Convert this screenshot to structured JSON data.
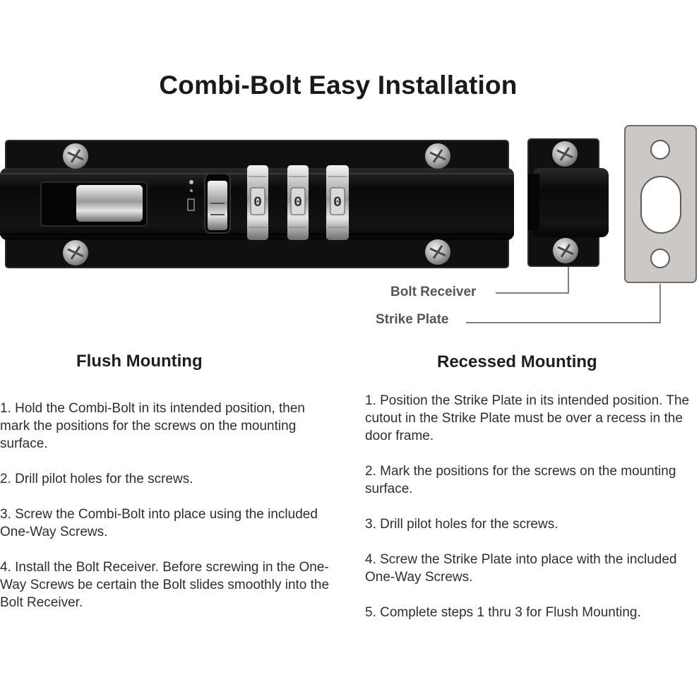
{
  "title": "Combi-Bolt Easy Installation",
  "callouts": {
    "bolt_receiver": "Bolt Receiver",
    "strike_plate": "Strike Plate"
  },
  "lock_dials": [
    "0",
    "0",
    "0"
  ],
  "flush_mounting": {
    "heading": "Flush Mounting",
    "steps": [
      "1. Hold the Combi-Bolt in its intended position, then mark the positions for the screws on the mounting surface.",
      "2. Drill pilot holes for the screws.",
      "3. Screw the Combi-Bolt into place using the included One-Way Screws.",
      "4. Install the Bolt Receiver. Before screwing in the One-Way Screws be certain the Bolt slides smoothly into the Bolt Receiver."
    ]
  },
  "recessed_mounting": {
    "heading": "Recessed Mounting",
    "steps": [
      "1. Position the Strike Plate in its intended position. The cutout in the Strike Plate must be over a recess in the door frame.",
      "2. Mark the positions for the screws on the mounting surface.",
      "3. Drill pilot holes for the screws.",
      "4. Screw the Strike Plate into place with the included One-Way Screws.",
      "5. Complete steps 1 thru 3 for Flush Mounting."
    ]
  },
  "colors": {
    "bolt_body": "#0c0c0c",
    "chrome": "#c8c8c8",
    "strike_plate": "#c9c6c4",
    "text": "#2e2e2e",
    "callout_text": "#555555"
  }
}
